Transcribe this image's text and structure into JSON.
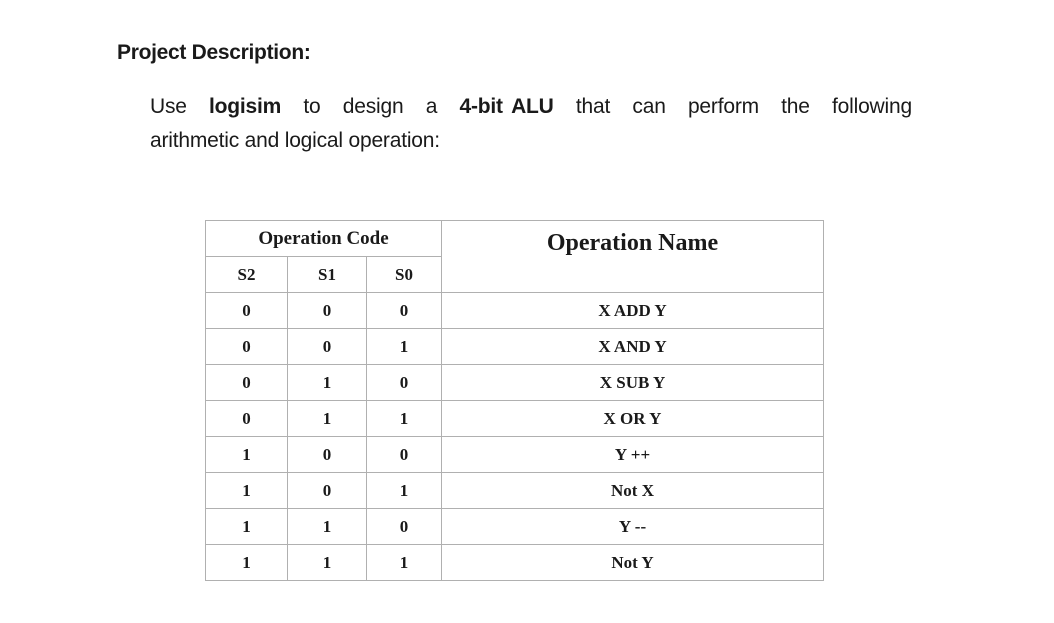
{
  "heading": "Project Description:",
  "description": {
    "parts": [
      {
        "text": "Use ",
        "bold": false
      },
      {
        "text": "logisim",
        "bold": true
      },
      {
        "text": " to design a ",
        "bold": false
      },
      {
        "text": "4-bit ALU",
        "bold": true
      },
      {
        "text": " that can perform the following arithmetic and logical operation:",
        "bold": false
      }
    ],
    "w1": "Use",
    "w2": "logisim",
    "w3": "to",
    "w4": "design",
    "w5": "a",
    "w6": "4-bit",
    "w7": "ALU",
    "w8": "that",
    "w9": "can",
    "w10": "perform",
    "w11": "the",
    "w12": "following",
    "line2": "arithmetic and logical operation:"
  },
  "table": {
    "header_group": "Operation Code",
    "header_name": "Operation Name",
    "columns": [
      "S2",
      "S1",
      "S0"
    ],
    "rows": [
      {
        "s2": "0",
        "s1": "0",
        "s0": "0",
        "name": "X ADD Y"
      },
      {
        "s2": "0",
        "s1": "0",
        "s0": "1",
        "name": "X AND Y"
      },
      {
        "s2": "0",
        "s1": "1",
        "s0": "0",
        "name": "X SUB Y"
      },
      {
        "s2": "0",
        "s1": "1",
        "s0": "1",
        "name": "X OR Y"
      },
      {
        "s2": "1",
        "s1": "0",
        "s0": "0",
        "name": "Y ++"
      },
      {
        "s2": "1",
        "s1": "0",
        "s0": "1",
        "name": "Not X"
      },
      {
        "s2": "1",
        "s1": "1",
        "s0": "0",
        "name": "Y --"
      },
      {
        "s2": "1",
        "s1": "1",
        "s0": "1",
        "name": "Not Y"
      }
    ]
  }
}
